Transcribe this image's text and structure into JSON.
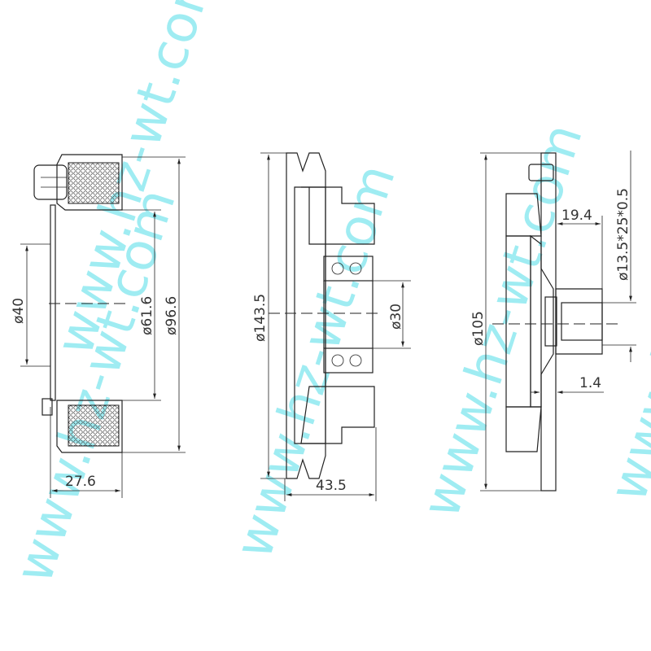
{
  "watermark": {
    "text": "www.hz-wt.com",
    "color": "#7fe6ee"
  },
  "views": {
    "coil": {
      "dims": {
        "inner_bore": "ø40",
        "coil_inner": "ø61.6",
        "coil_outer": "ø96.6",
        "width": "27.6"
      }
    },
    "pulley": {
      "dims": {
        "outer": "ø143.5",
        "bearing": "ø30",
        "width": "43.5"
      }
    },
    "hub": {
      "dims": {
        "outer": "ø105",
        "hub_length": "19.4",
        "spline": "ø13.5*25*0.5",
        "gap": "1.4"
      }
    }
  }
}
